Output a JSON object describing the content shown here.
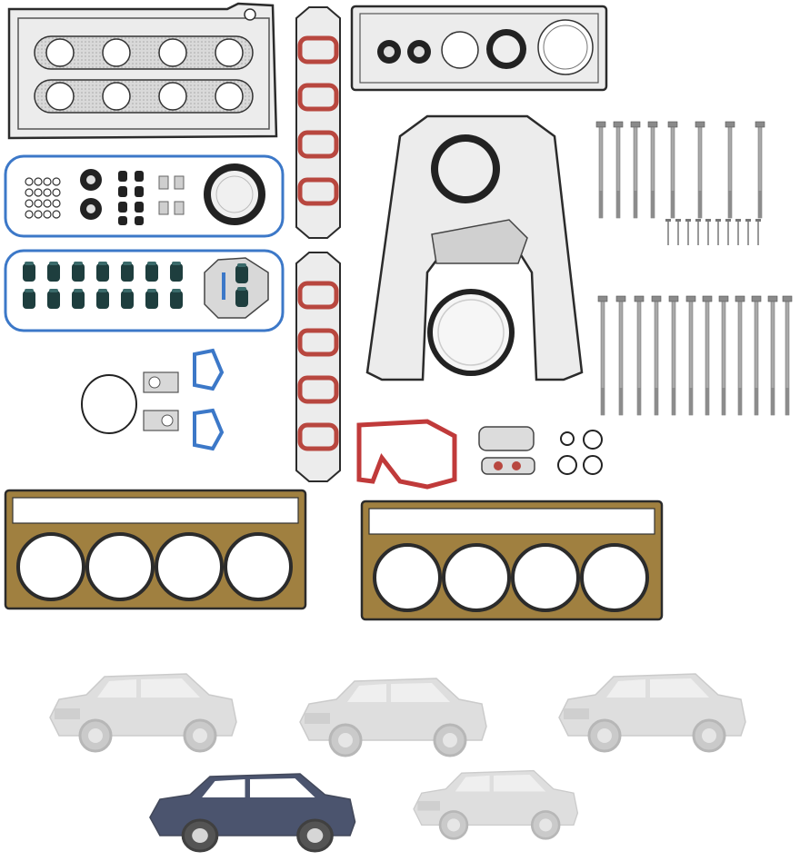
{
  "product": {
    "kind": "engine-gasket-and-head-bolt-kit",
    "parts": [
      "intake-valley-cover-gasket",
      "timing-cover-gasket-set",
      "exhaust-manifold-gasket",
      "valve-cover-gaskets",
      "valve-stem-seals",
      "intake-manifold-gaskets",
      "rear-cover-gasket",
      "oil-pan-gaskets",
      "o-rings",
      "head-bolts",
      "cylinder-head-gaskets"
    ],
    "vehicles": [
      "suv-silver-1",
      "suv-luxury-white",
      "pickup-truck-silver",
      "suv-dark-blue",
      "suv-silver-2"
    ]
  },
  "colors": {
    "background": "#ffffff",
    "gasket_steel": "#c9c9c9",
    "gasket_outline": "#2b2b2b",
    "rubber_red": "#b8473f",
    "rubber_blue": "#3c78c8",
    "head_gasket_gold": "#a08040",
    "bolt_gray": "#9a9a9a",
    "vehicle_faded": "#d8d8d8"
  }
}
